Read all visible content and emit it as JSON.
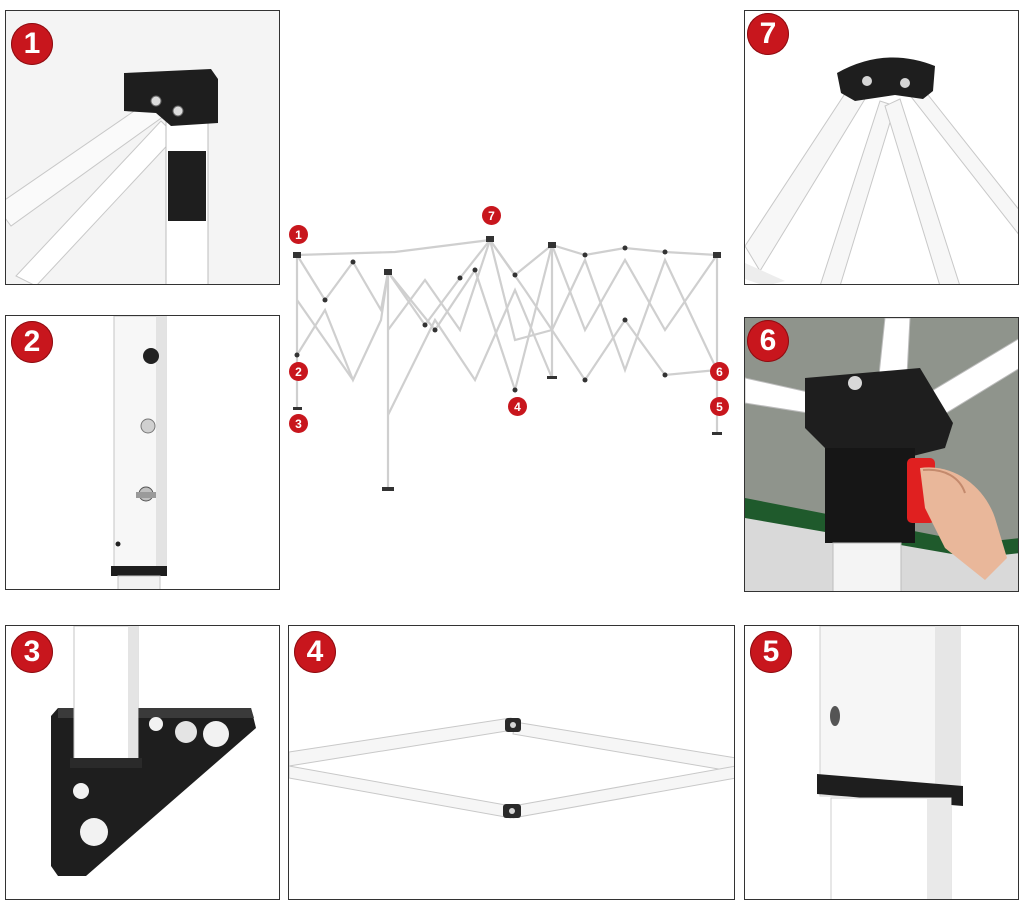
{
  "panels": [
    {
      "id": "p1",
      "label": "1"
    },
    {
      "id": "p2",
      "label": "2"
    },
    {
      "id": "p3",
      "label": "3"
    },
    {
      "id": "p4",
      "label": "4"
    },
    {
      "id": "p5",
      "label": "5"
    },
    {
      "id": "p6",
      "label": "6"
    },
    {
      "id": "p7",
      "label": "7"
    }
  ],
  "markers": {
    "m1": "1",
    "m2": "2",
    "m3": "3",
    "m4": "4",
    "m5": "5",
    "m6": "6",
    "m7": "7"
  },
  "colors": {
    "badge": "#c8161d",
    "frame": "#ffffff",
    "plastic": "#1e1e1e",
    "canopy": "#8f948c",
    "canopy_trim": "#1f5a2c",
    "button": "#e02020"
  }
}
